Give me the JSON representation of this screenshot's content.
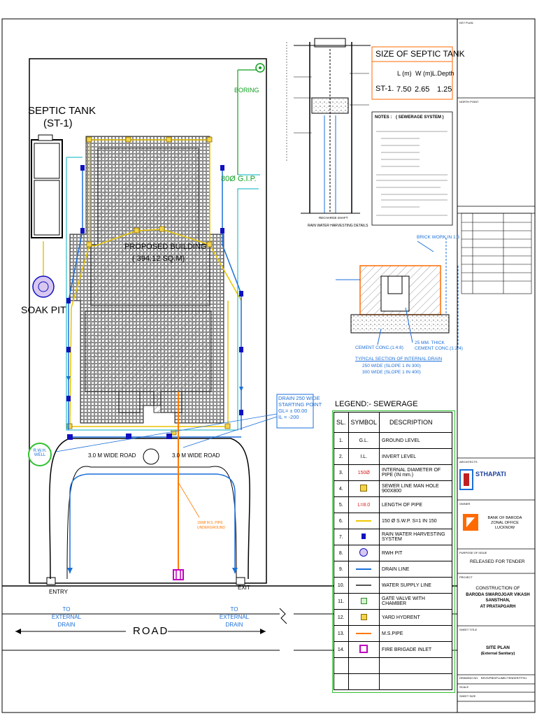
{
  "septic_size": {
    "title": "SIZE OF SEPTIC TANK",
    "headers": [
      "L (m)",
      "W (m)",
      "L.Depth"
    ],
    "row_label": "ST-1.",
    "values": [
      "7.50",
      "2.65",
      "1.25"
    ]
  },
  "site": {
    "septic_tank": "SEPTIC TANK",
    "septic_id": "(ST-1)",
    "soak_pit": "SOAK PIT",
    "boring": "BORING",
    "building": "PROPOSED BUILDING",
    "area": "( 394.12 SQ.M)",
    "gi_pipe": "80Ø G.I.P.",
    "road_left": "3.0 M WIDE ROAD",
    "road_right": "3.0 M WIDE ROAD",
    "rwh_well": "R.W.H. WELL",
    "drain_note": [
      "DRAIN 250 WIDE",
      "STARTING POINT",
      "GL= ± 00.00",
      "IL = -200"
    ],
    "entry": "ENTRY",
    "exit": "EXIT",
    "ext_drain_left": [
      "TO EXTERNAL",
      "DRAIN"
    ],
    "ext_drain_right": [
      "TO EXTERNAL",
      "DRAIN"
    ],
    "road": "ROAD",
    "ms_pipe": [
      "150Ø M.S. PIPE",
      "UNDERGROUND"
    ]
  },
  "section": {
    "brick": "BRICK WORK IN 1:6",
    "cement1": "CEMENT CONC.(1:4:8)",
    "cement2": [
      "25 MM. THICK",
      "CEMENT CONC.(1:2:4)"
    ],
    "title": "TYPICAL SECTION OF INTERNAL DRAIN",
    "wide1": "250 WIDE (SLOPE 1 IN 300)",
    "wide2": "300 WIDE (SLOPE 1 IN 400)",
    "rwh": "RAIN WATER HARVESTING DETAILS",
    "recharge": "RECHARGE SHAFT"
  },
  "notes": {
    "header": "NOTES :",
    "title": "( SEWERAGE SYSTEM )"
  },
  "legend": {
    "title": "LEGEND:- SEWERAGE",
    "headers": [
      "SL.",
      "SYMBOL",
      "DESCRIPTION"
    ],
    "rows": [
      {
        "n": "1.",
        "sym": "G.L.",
        "desc": "GROUND LEVEL"
      },
      {
        "n": "2.",
        "sym": "I.L.",
        "desc": "INVERT LEVEL"
      },
      {
        "n": "3.",
        "sym": "150Ø",
        "desc": "INTERNAL DIAMETER OF PIPE (IN mm.)"
      },
      {
        "n": "4.",
        "sym": "",
        "desc": "SEWER LINE MAN HOLE 900X800"
      },
      {
        "n": "5.",
        "sym": "L=8.0",
        "desc": "LENGTH OF PIPE"
      },
      {
        "n": "6.",
        "sym": "",
        "desc": "150 Ø S.W.P. S=1 IN 150"
      },
      {
        "n": "7.",
        "sym": "",
        "desc": "RAIN WATER HARVESTING SYSTEM"
      },
      {
        "n": "8.",
        "sym": "",
        "desc": "RWH PIT"
      },
      {
        "n": "9.",
        "sym": "",
        "desc": "DRAIN LINE"
      },
      {
        "n": "10.",
        "sym": "",
        "desc": "WATER SUPPLY LINE"
      },
      {
        "n": "11.",
        "sym": "",
        "desc": "GATE VALVE WITH CHAMBER"
      },
      {
        "n": "12.",
        "sym": "",
        "desc": "YARD HYDRENT"
      },
      {
        "n": "13.",
        "sym": "",
        "desc": "M.S.PIPE"
      },
      {
        "n": "14.",
        "sym": "",
        "desc": "FIRE BRIGADE INLET"
      }
    ]
  },
  "title_block": {
    "key_plan": "KEY PLAN",
    "north_point": "NORTH POINT",
    "architect": "ARCHITECTS",
    "firm": "STHAPATI",
    "owner": "OWNER",
    "client": [
      "BANK OF BARODA",
      "ZONAL OFFICE",
      "LUCKNOW"
    ],
    "purpose_label": "PURPOSE OF ISSUE",
    "purpose": "RELEASED FOR TENDER",
    "project_label": "PROJECT",
    "project": [
      "CONSTRUCTION OF",
      "BARODA SWAROJGAR VIKASH",
      "SANSTHAN,",
      "AT PRATAPGARH"
    ],
    "sheet_label": "SHEET TITLE",
    "sheet": [
      "SITE PLAN",
      "(External Sanitary)"
    ],
    "drawing_no_label": "DRAWING NO.",
    "drawing_no": "BSVS/PBH/PLUMB./TENDER/TP/01",
    "scale_label": "SCALE",
    "sheet_size_label": "SHEET SIZE"
  },
  "colors": {
    "drain": "#1b6fd8",
    "water_supply": "#00b0c0",
    "sewer": "#f0c800",
    "rwh": "#1010c0",
    "ms_pipe": "#ff7a00",
    "fire": "#c000c0",
    "boring": "#10a020",
    "legend_border": "#30c030",
    "section_border": "#ff6a00"
  }
}
